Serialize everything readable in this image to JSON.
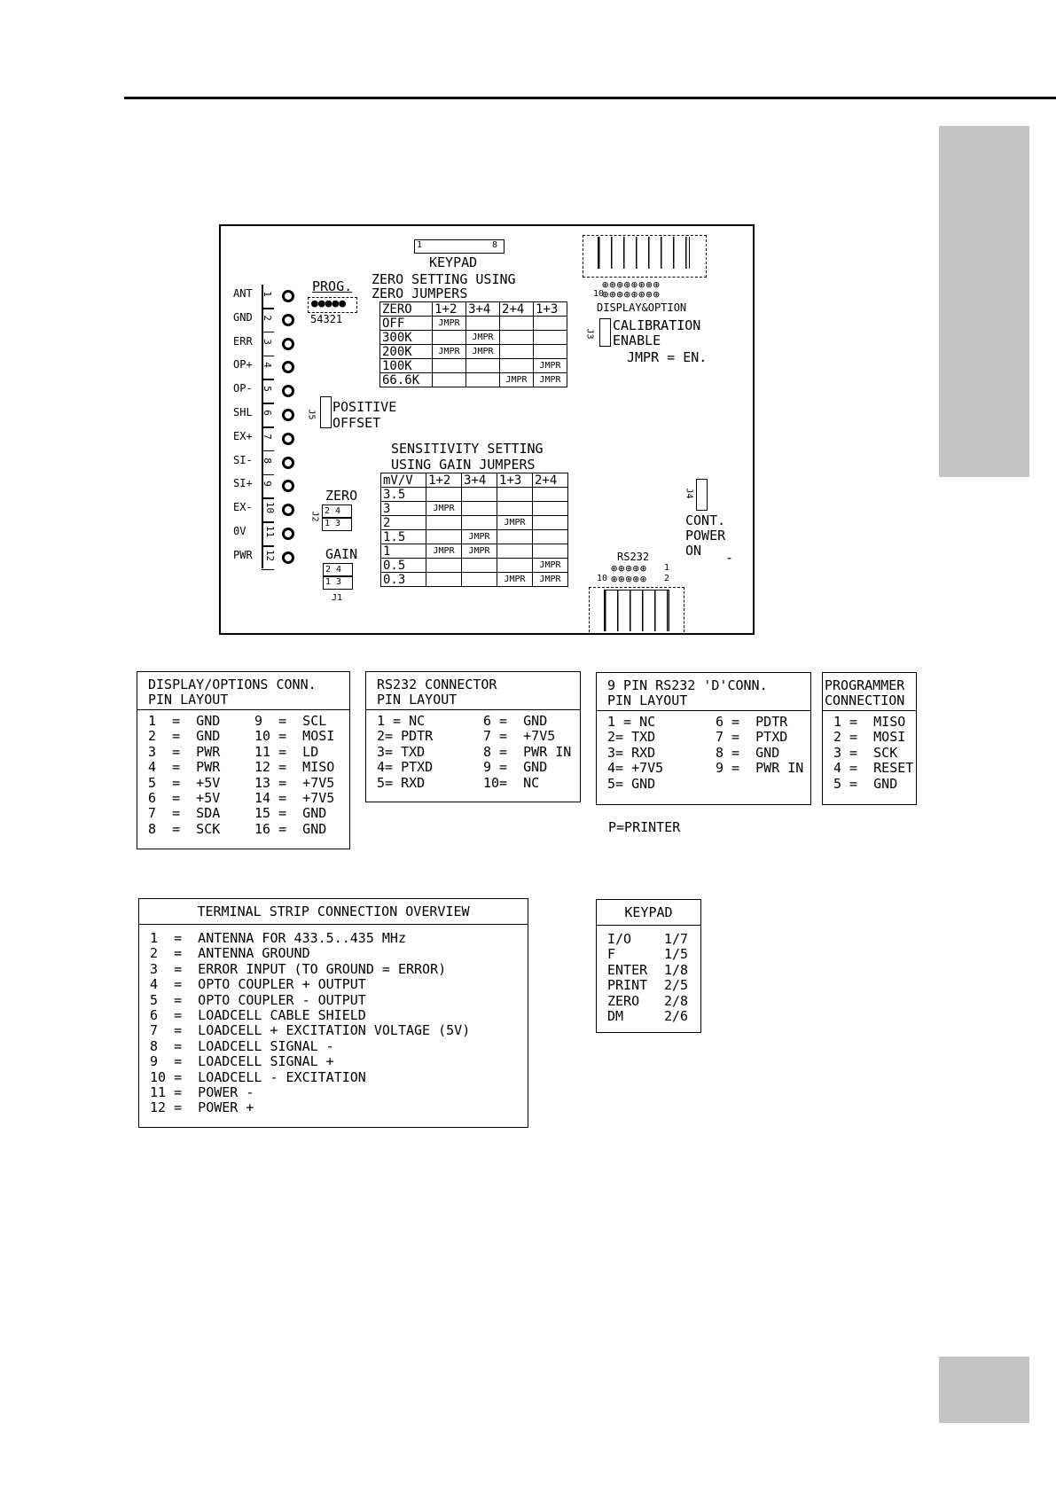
{
  "board": {
    "keypad_connector_left": "1",
    "keypad_connector_right": "8",
    "keypad_label": "KEYPAD",
    "prog_label": "PROG.",
    "prog_pins": "54321",
    "zero_title_1": "ZERO SETTING USING",
    "zero_title_2": "ZERO JUMPERS",
    "zero_table": {
      "header": [
        "ZERO",
        "1+2",
        "3+4",
        "2+4",
        "1+3"
      ],
      "rows": [
        [
          "OFF",
          "JMPR",
          "",
          "",
          ""
        ],
        [
          "300K",
          "",
          "JMPR",
          "",
          ""
        ],
        [
          "200K",
          "JMPR",
          "JMPR",
          "",
          ""
        ],
        [
          "100K",
          "",
          "",
          "",
          "JMPR"
        ],
        [
          "66.6K",
          "",
          "",
          "JMPR",
          "JMPR"
        ]
      ]
    },
    "display_conn_label": "DISPLAY&OPTION",
    "display_pin_10": "10",
    "j3_label": "J3",
    "calibration_1": "CALIBRATION",
    "calibration_2": "ENABLE",
    "calibration_3": "JMPR = EN.",
    "j5_label": "J5",
    "positive_offset_1": "POSITIVE",
    "positive_offset_2": "OFFSET",
    "sens_title_1": "SENSITIVITY SETTING",
    "sens_title_2": "USING GAIN JUMPERS",
    "sens_table": {
      "header": [
        "mV/V",
        "1+2",
        "3+4",
        "1+3",
        "2+4"
      ],
      "rows": [
        [
          "3.5",
          "",
          "",
          "",
          ""
        ],
        [
          "3",
          "JMPR",
          "",
          "",
          ""
        ],
        [
          "2",
          "",
          "",
          "JMPR",
          ""
        ],
        [
          "1.5",
          "",
          "JMPR",
          "",
          ""
        ],
        [
          "1",
          "JMPR",
          "JMPR",
          "",
          ""
        ],
        [
          "0.5",
          "",
          "",
          "",
          "JMPR"
        ],
        [
          "0.3",
          "",
          "",
          "JMPR",
          "JMPR"
        ]
      ]
    },
    "zero_label": "ZERO",
    "j2_label": "J2",
    "gain_label": "GAIN",
    "j1_label": "J1",
    "jumper_top": "2 4",
    "jumper_bottom": "1 3",
    "j4_label": "J4",
    "cont_power_1": "CONT.",
    "cont_power_2": "POWER",
    "cont_power_3": "ON",
    "rs232_label": "RS232",
    "rs232_pin_1": "1",
    "rs232_pin_10": "10",
    "rs232_pin_2": "2",
    "terminals": [
      {
        "name": "ANT",
        "num": "1"
      },
      {
        "name": "GND",
        "num": "2"
      },
      {
        "name": "ERR",
        "num": "3"
      },
      {
        "name": "OP+",
        "num": "4"
      },
      {
        "name": "OP-",
        "num": "5"
      },
      {
        "name": "SHL",
        "num": "6"
      },
      {
        "name": "EX+",
        "num": "7"
      },
      {
        "name": "SI-",
        "num": "8"
      },
      {
        "name": "SI+",
        "num": "9"
      },
      {
        "name": "EX-",
        "num": "10"
      },
      {
        "name": "0V",
        "num": "11"
      },
      {
        "name": "PWR",
        "num": "12"
      }
    ]
  },
  "display_options": {
    "title_1": "DISPLAY/OPTIONS CONN.",
    "title_2": "PIN LAYOUT",
    "rows": [
      [
        "1  =  GND",
        "9  =  SCL"
      ],
      [
        "2  =  GND",
        "10 =  MOSI"
      ],
      [
        "3  =  PWR",
        "11 =  LD"
      ],
      [
        "4  =  PWR",
        "12 =  MISO"
      ],
      [
        "5  =  +5V",
        "13 =  +7V5"
      ],
      [
        "6  =  +5V",
        "14 =  +7V5"
      ],
      [
        "7  =  SDA",
        "15 =  GND"
      ],
      [
        "8  =  SCK",
        "16 =  GND"
      ]
    ]
  },
  "rs232_connector": {
    "title_1": "RS232 CONNECTOR",
    "title_2": "PIN LAYOUT",
    "rows": [
      [
        "1 = NC",
        "6 =  GND"
      ],
      [
        "2= PDTR",
        "7 =  +7V5"
      ],
      [
        "3= TXD",
        "8 =  PWR IN"
      ],
      [
        "4= PTXD",
        "9 =  GND"
      ],
      [
        "5= RXD",
        "10=  NC"
      ]
    ]
  },
  "dconn": {
    "title_1": "9 PIN RS232 'D'CONN.",
    "title_2": "PIN LAYOUT",
    "rows": [
      [
        "1 = NC",
        "6 =  PDTR"
      ],
      [
        "2= TXD",
        "7 =  PTXD"
      ],
      [
        "3= RXD",
        "8 =  GND"
      ],
      [
        "4= +7V5",
        "9 =  PWR IN"
      ],
      [
        "5= GND",
        ""
      ]
    ],
    "note": "P=PRINTER"
  },
  "programmer": {
    "title_1": "PROGRAMMER",
    "title_2": "CONNECTION",
    "rows": [
      "1 =  MISO",
      "2 =  MOSI",
      "3 =  SCK",
      "4 =  RESET",
      "5 =  GND"
    ]
  },
  "terminal_strip": {
    "title": "TERMINAL STRIP CONNECTION OVERVIEW",
    "rows": [
      "1  =  ANTENNA FOR 433.5..435 MHz",
      "2  =  ANTENNA GROUND",
      "3  =  ERROR INPUT (TO GROUND = ERROR)",
      "4  =  OPTO COUPLER + OUTPUT",
      "5  =  OPTO COUPLER - OUTPUT",
      "6  =  LOADCELL CABLE SHIELD",
      "7  =  LOADCELL + EXCITATION VOLTAGE (5V)",
      "8  =  LOADCELL SIGNAL -",
      "9  =  LOADCELL SIGNAL +",
      "10 =  LOADCELL - EXCITATION",
      "11 =  POWER -",
      "12 =  POWER +"
    ]
  },
  "keypad_box": {
    "title": "KEYPAD",
    "rows": [
      [
        "I/O",
        "1/7"
      ],
      [
        "F",
        "1/5"
      ],
      [
        "ENTER",
        "1/8"
      ],
      [
        "PRINT",
        "2/5"
      ],
      [
        "ZERO",
        "2/8"
      ],
      [
        "DM",
        "2/6"
      ]
    ]
  }
}
